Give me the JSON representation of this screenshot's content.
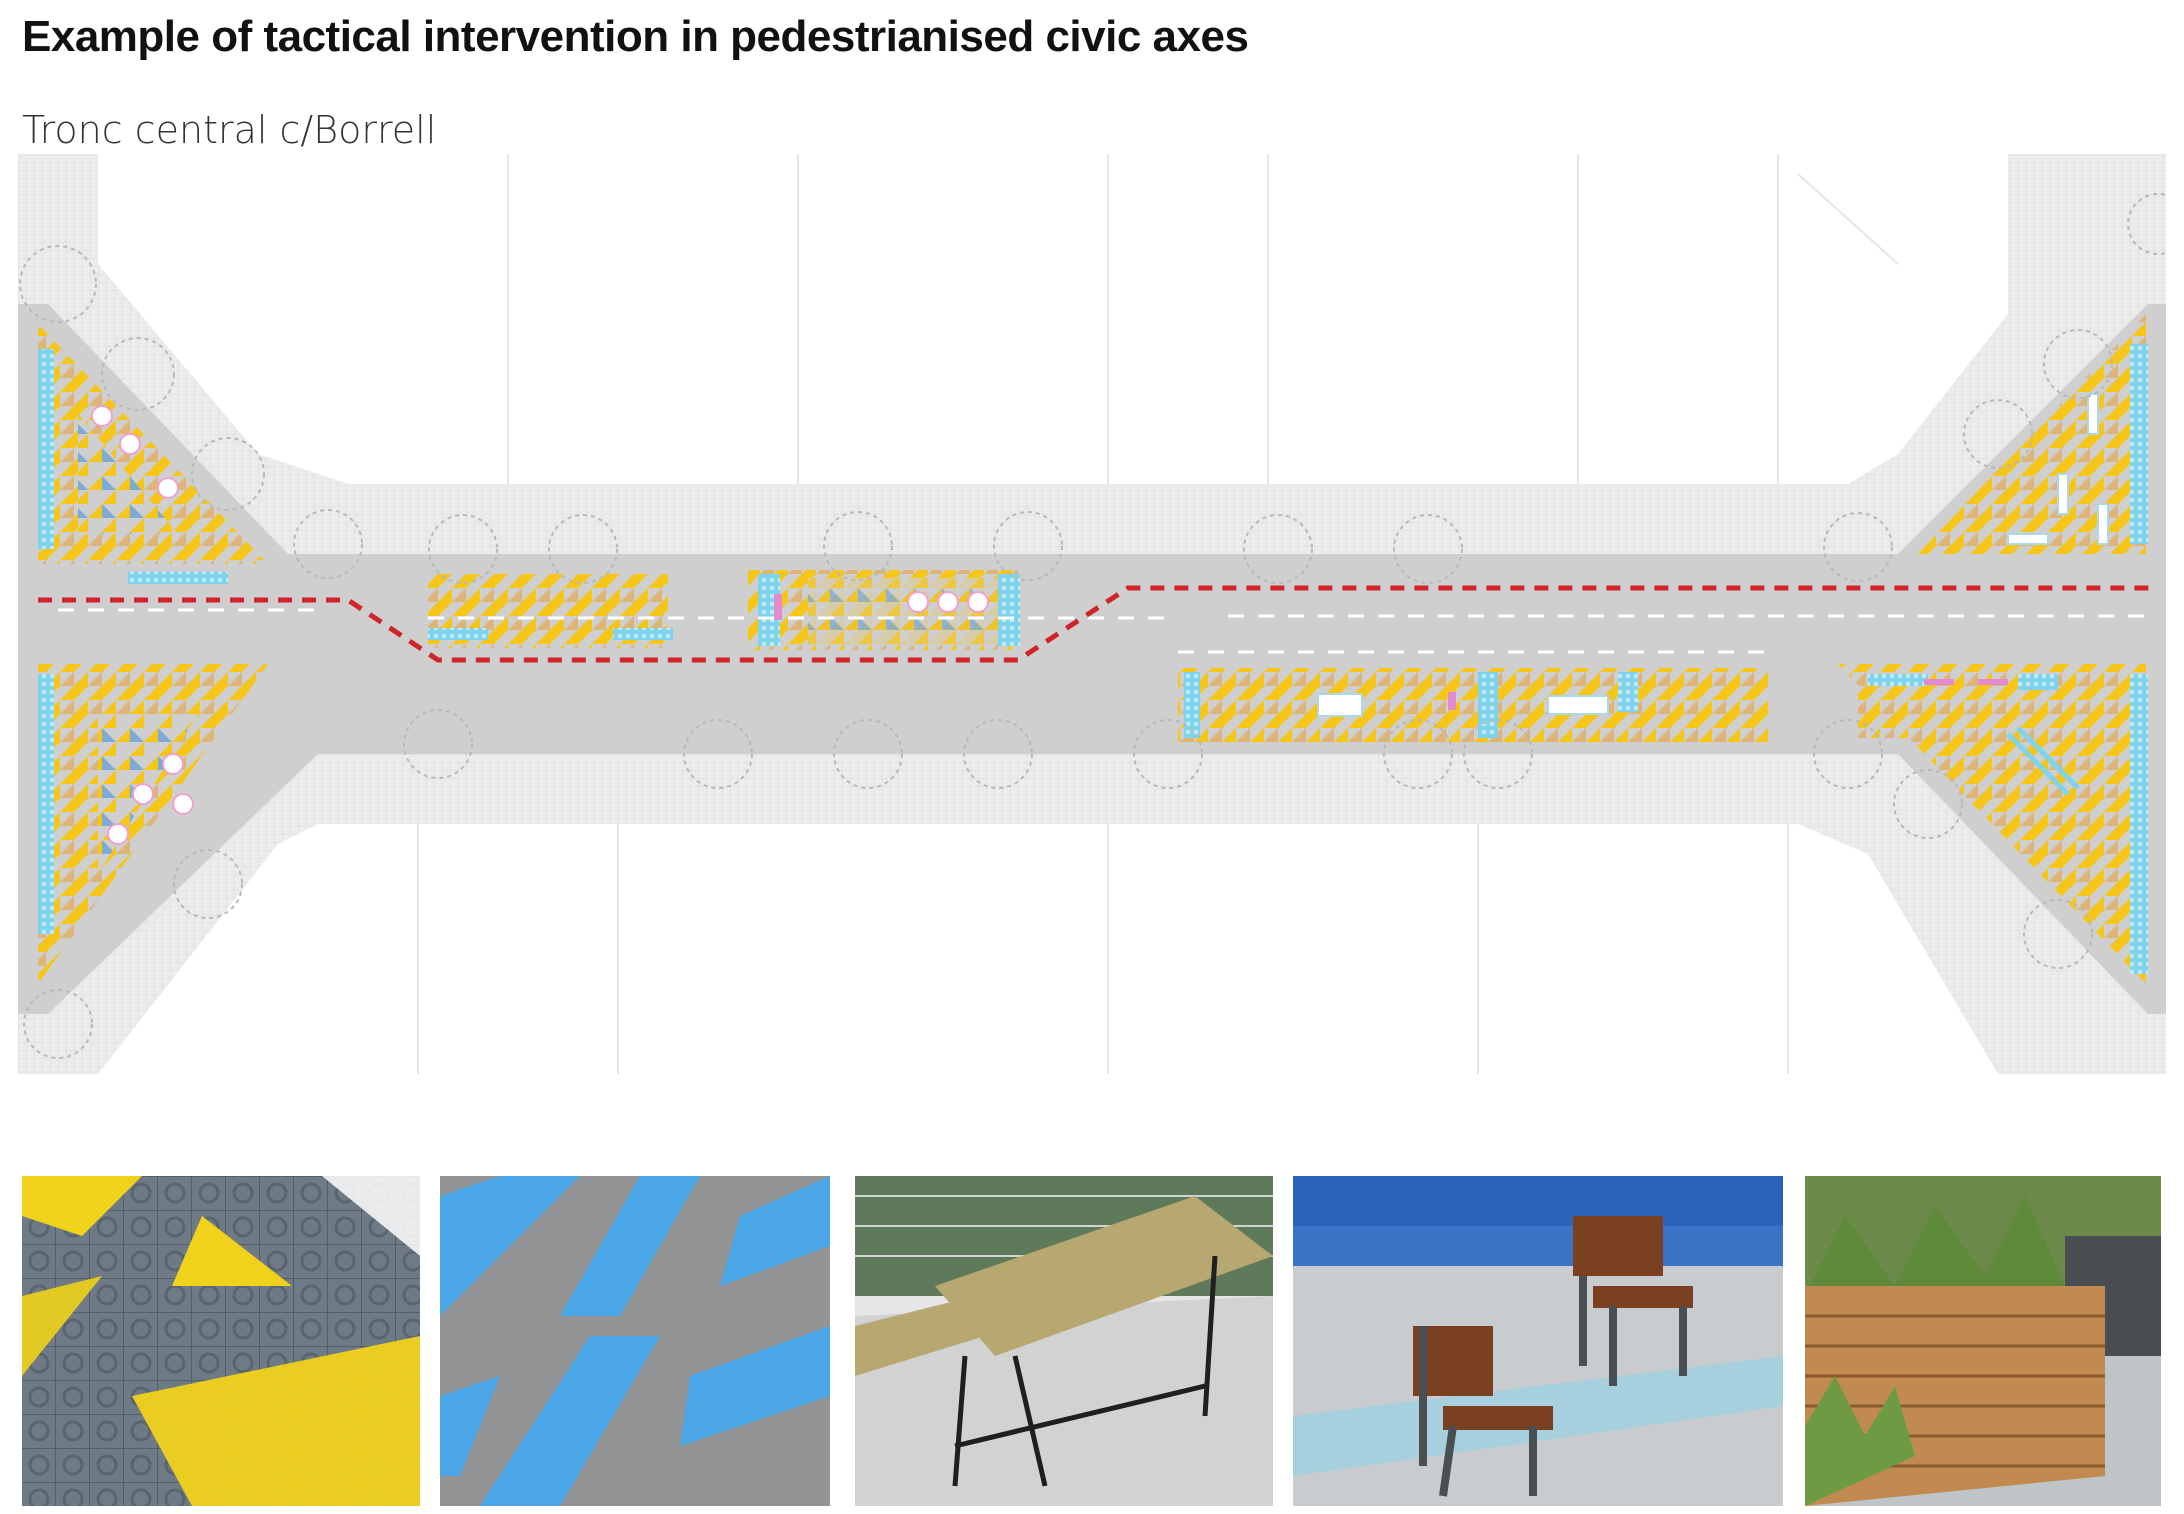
{
  "title": "Example of tactical intervention in pedestrianised civic axes",
  "subtitle": "Tronc central c/Borrell",
  "colors": {
    "pavement": "#cfcfcf",
    "sidewalk": "#ececec",
    "yellow": "#f5c518",
    "orange": "#e8a33a",
    "blue": "#5b9bd5",
    "cyan": "#7fd3ec",
    "route": "#d0232a",
    "pink": "#e48bd0"
  },
  "plan": {
    "name": "site-plan",
    "description_icon": "street-plan"
  },
  "photos": [
    {
      "name": "photo-yellow-paint-tiles"
    },
    {
      "name": "photo-blue-paint-pavement"
    },
    {
      "name": "photo-picnic-table"
    },
    {
      "name": "photo-chairs"
    },
    {
      "name": "photo-wooden-planter"
    }
  ]
}
